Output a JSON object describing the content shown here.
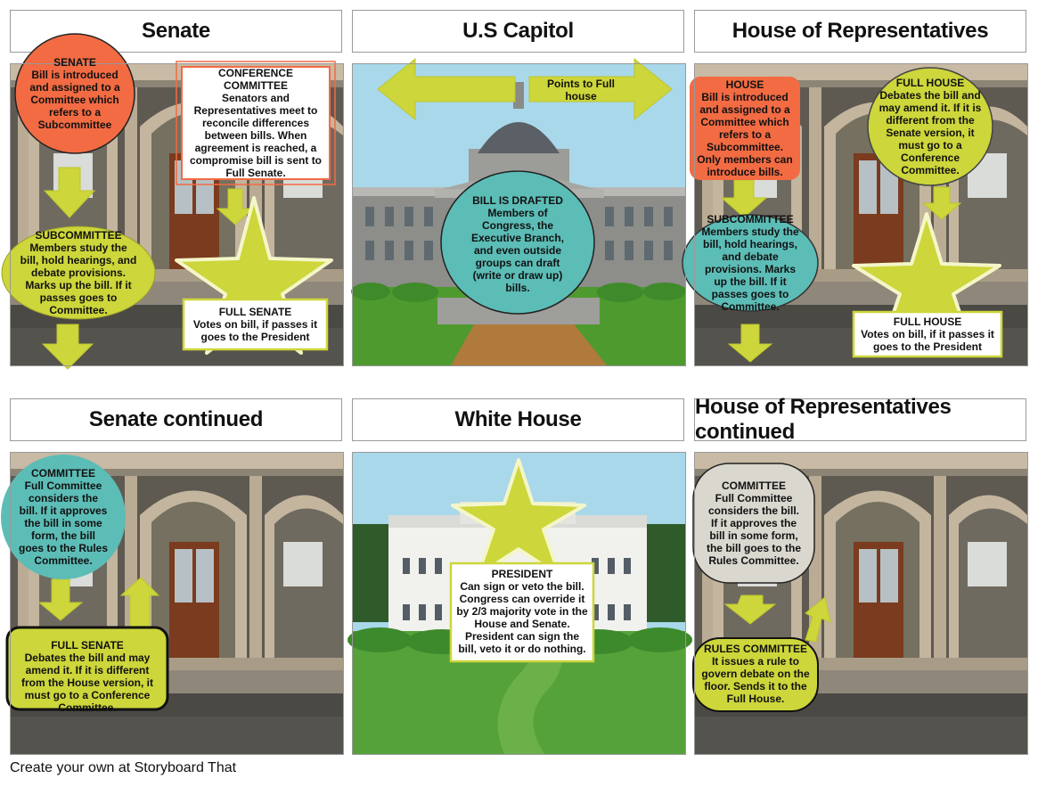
{
  "titles": {
    "senate": "Senate",
    "capitol": "U.S Capitol",
    "house": "House of Representatives",
    "senate_cont": "Senate continued",
    "white_house": "White House",
    "house_cont": "House of Representatives continued"
  },
  "senate": {
    "intro": {
      "heading": "SENATE",
      "body": "Bill is introduced and assigned to a Committee which refers to a Subcommittee"
    },
    "conference": {
      "heading": "CONFERENCE COMMITTEE",
      "body": "Senators and Representatives meet to reconcile differences between bills. When agreement is reached, a compromise bill is sent to Full Senate."
    },
    "subcommittee": {
      "heading": "SUBCOMMITTEE",
      "body": "Members study the bill, hold hearings, and debate provisions. Marks up the bill. If it passes goes to Committee."
    },
    "full_senate": {
      "heading": "FULL SENATE",
      "body": "Votes on bill, if passes it goes to the President"
    }
  },
  "capitol": {
    "arrow_label": "Points to Full house",
    "drafted": {
      "heading": "BILL IS DRAFTED",
      "body": "Members of Congress, the Executive Branch, and even outside groups can draft (write or draw up) bills."
    }
  },
  "house": {
    "intro": {
      "heading": "HOUSE",
      "body": "Bill is introduced and assigned to a Committee which refers to a Subcommittee. Only members can introduce bills."
    },
    "full_house_amend": {
      "heading": "FULL HOUSE",
      "body": "Debates the bill and may amend it. If it is different from the Senate version, it must go to a Conference Committee."
    },
    "subcommittee": {
      "heading": "SUBCOMMITTEE",
      "body": "Members study the bill, hold hearings, and debate provisions. Marks up the bill. If it passes goes to Committee."
    },
    "full_house_vote": {
      "heading": "FULL HOUSE",
      "body": "Votes on bill, if it passes it goes to the President"
    }
  },
  "senate_cont": {
    "committee": {
      "heading": "COMMITTEE",
      "body": "Full Committee considers the bill. If it approves the bill in some form, the bill goes to the Rules Committee."
    },
    "full_senate": {
      "heading": "FULL SENATE",
      "body": "Debates the bill and may amend it. If it is different from the House version, it must go to a Conference Committee."
    }
  },
  "white_house": {
    "president": {
      "heading": "PRESIDENT",
      "body": "Can sign or veto the bill. Congress can override it by 2/3 majority vote in the House and Senate. President can sign the bill, veto it or do nothing."
    }
  },
  "house_cont": {
    "committee": {
      "heading": "COMMITTEE",
      "body": "Full Committee considers the bill. If it approves the bill in some form, the bill goes to the Rules Committee."
    },
    "rules": {
      "heading": "RULES COMMITTEE",
      "body": "It issues a rule to govern debate on the floor. Sends it to the Full House."
    }
  },
  "footer": "Create your own at Storyboard That",
  "colors": {
    "arrow": "#cdd63a",
    "orange": "#f26b43",
    "teal": "#5cbcb6",
    "yellow": "#cdd63a",
    "stone": "#7a766c",
    "sky": "#a9d8ea",
    "grass": "#4e9a2f"
  }
}
